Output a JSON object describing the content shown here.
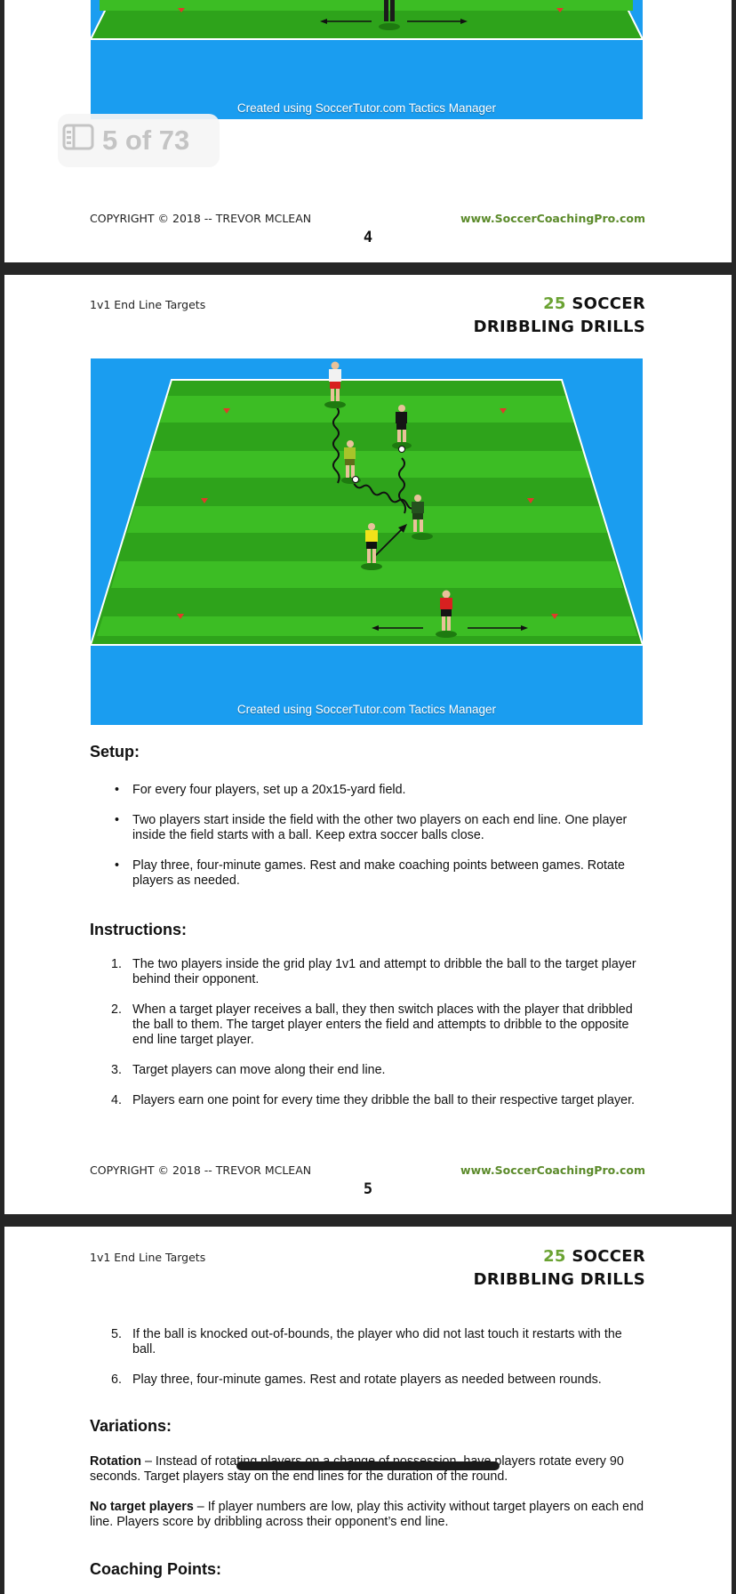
{
  "pager": {
    "label": "5 of 73",
    "icon": "page-thumbnails-icon"
  },
  "diagram": {
    "credit": "Created using SoccerTutor.com Tactics Manager"
  },
  "footer": {
    "copyright": "COPYRIGHT © 2018 -- TREVOR MCLEAN",
    "website": "www.SoccerCoachingPro.com"
  },
  "pages": {
    "a": {
      "page_number": "4"
    },
    "b": {
      "page_number": "5"
    }
  },
  "running_head": "1v1 End Line Targets",
  "book_title": {
    "number": "25",
    "word1": "SOCCER",
    "line2": "DRIBBLING DRILLS"
  },
  "setup": {
    "heading": "Setup:",
    "items": [
      "For every four players, set up a 20x15-yard field.",
      "Two players start inside the field with the other two players on each end line. One player inside the field starts with a ball. Keep extra soccer balls close.",
      "Play three, four-minute games. Rest and make coaching points between games. Rotate players as needed."
    ]
  },
  "instructions": {
    "heading": "Instructions:",
    "items": [
      {
        "num": "1.",
        "text": "The two players inside the grid play 1v1 and attempt to dribble the ball to the target player behind their opponent."
      },
      {
        "num": "2.",
        "text": "When a target player receives a ball, they then switch places with the player that dribbled the ball to them. The target player enters the field and attempts to dribble to the opposite end line target player."
      },
      {
        "num": "3.",
        "text": "Target players can move along their end line."
      },
      {
        "num": "4.",
        "text": "Players earn one point for every time they dribble the ball to their respective target player."
      }
    ],
    "continued": [
      {
        "num": "5.",
        "text": "If the ball is knocked out-of-bounds, the player who did not last touch it restarts with the ball."
      },
      {
        "num": "6.",
        "text": "Play three, four-minute games. Rest and rotate players as needed between rounds."
      }
    ]
  },
  "variations": {
    "heading": "Variations:",
    "items": [
      {
        "title": "Rotation",
        "text": " – Instead of rotating players on a change of possession, have players rotate every 90 seconds. Target players stay on the end lines for the duration of the round."
      },
      {
        "title": "No target players",
        "text": " – If player numbers are low, play this activity without target players on each end line. Players score by dribbling across their opponent’s end line."
      }
    ]
  },
  "coaching_points": {
    "heading": "Coaching Points:"
  },
  "colors": {
    "pitch_dark": "#2ea31b",
    "pitch_light": "#3cbd24",
    "sky": "#1a9df0",
    "title_accent": "#6aa232",
    "website": "#5b8a2a"
  }
}
